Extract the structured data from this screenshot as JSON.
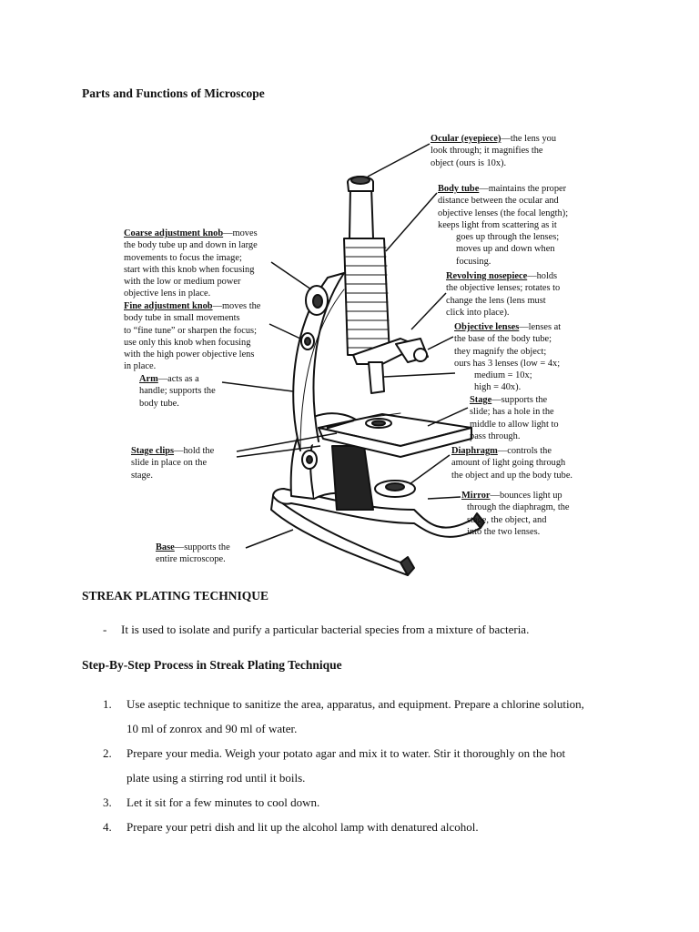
{
  "document": {
    "title": "Parts and Functions of Microscope",
    "labels": {
      "ocular": {
        "name": "Ocular (eyepiece)",
        "lines": [
          "—the lens you",
          "look through; it magnifies the",
          "object (ours is 10x)."
        ]
      },
      "body_tube": {
        "name": "Body tube",
        "lines": [
          "—maintains the proper",
          "distance between the ocular and",
          "objective lenses (the focal length);",
          "keeps light from scattering as it",
          "goes up through the lenses;",
          "moves up and down when",
          "focusing."
        ]
      },
      "coarse": {
        "name": "Coarse adjustment knob",
        "lines": [
          "—moves",
          "the body tube up and down in large",
          "movements to focus the image;",
          "start with this knob when focusing",
          "with the low or medium power",
          "objective lens in place."
        ]
      },
      "revolving": {
        "name": "Revolving nosepiece",
        "lines": [
          "—holds",
          "the objective lenses; rotates to",
          "change the lens (lens must",
          "click into place)."
        ]
      },
      "fine": {
        "name": "Fine adjustment knob",
        "lines": [
          "—moves the",
          "body tube in small movements",
          "to “fine tune” or sharpen the focus;",
          "use only this knob when focusing",
          "with the high power objective lens",
          "in place."
        ]
      },
      "objective": {
        "name": "Objective lenses",
        "lines": [
          "—lenses at",
          "the base of the body tube;",
          "they magnify the object;",
          "ours has 3 lenses (low = 4x;",
          "medium = 10x;",
          "high = 40x)."
        ]
      },
      "arm": {
        "name": "Arm",
        "lines": [
          "—acts as a",
          "handle; supports the",
          "body tube."
        ]
      },
      "stage": {
        "name": "Stage",
        "lines": [
          "—supports the",
          "slide; has a hole in the",
          "middle to allow light to",
          "pass through."
        ]
      },
      "stage_clips": {
        "name": "Stage clips",
        "lines": [
          "—hold the",
          "slide in place on the",
          "stage."
        ]
      },
      "diaphragm": {
        "name": "Diaphragm",
        "lines": [
          "—controls the",
          "amount of light going through",
          "the object and up the body tube."
        ]
      },
      "mirror": {
        "name": "Mirror",
        "lines": [
          "—bounces light up",
          "through the diaphragm, the",
          "stage, the object, and",
          "into the two lenses."
        ]
      },
      "base": {
        "name": "Base",
        "lines": [
          "—supports the",
          "entire microscope."
        ]
      }
    },
    "section1_heading": "STREAK PLATING TECHNIQUE",
    "bullet_dash": "-",
    "bullet_text": "It is used to isolate and purify a particular bacterial species from a mixture of bacteria.",
    "section2_heading": "Step-By-Step Process in Streak Plating Technique",
    "steps": [
      {
        "num": "1.",
        "line1": "Use aseptic technique to sanitize the area, apparatus, and equipment. Prepare a chlorine solution,",
        "line2": "10 ml of zonrox and 90 ml of water."
      },
      {
        "num": "2.",
        "line1": "Prepare your media. Weigh your potato agar and mix it to water. Stir it thoroughly on the hot",
        "line2": "plate using a stirring rod until it boils."
      },
      {
        "num": "3.",
        "line1": "Let it sit for a few minutes to cool down.",
        "line2": ""
      },
      {
        "num": "4.",
        "line1": "Prepare your petri dish and lit up the alcohol lamp with denatured alcohol.",
        "line2": ""
      }
    ]
  }
}
